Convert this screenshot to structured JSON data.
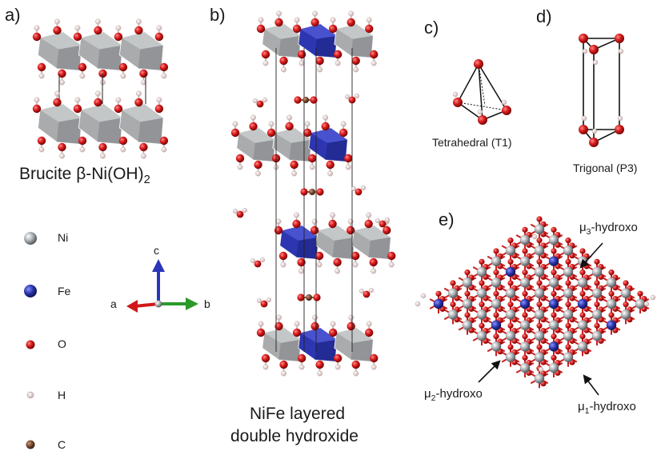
{
  "panels": {
    "a": {
      "letter": "a)",
      "caption_main": "Brucite β-Ni(OH)",
      "caption_sub": "2"
    },
    "b": {
      "letter": "b)",
      "caption_line1": "NiFe layered",
      "caption_line2": "double hydroxide"
    },
    "c": {
      "letter": "c)",
      "caption": "Tetrahedral (T1)"
    },
    "d": {
      "letter": "d)",
      "caption": "Trigonal (P3)"
    },
    "e": {
      "letter": "e)",
      "mu3": {
        "prefix": "μ",
        "sub": "3",
        "suffix": "-hydroxo"
      },
      "mu2": {
        "prefix": "μ",
        "sub": "2",
        "suffix": "-hydroxo"
      },
      "mu1": {
        "prefix": "μ",
        "sub": "1",
        "suffix": "-hydroxo"
      }
    }
  },
  "legend": [
    {
      "label": "Ni",
      "color": "#a8acb0"
    },
    {
      "label": "Fe",
      "color": "#2a35a8"
    },
    {
      "label": "O",
      "color": "#d01818"
    },
    {
      "label": "H",
      "color": "#f4e6e4"
    },
    {
      "label": "C",
      "color": "#7a4a30"
    }
  ],
  "axes": {
    "c": "c",
    "a": "a",
    "b": "b"
  },
  "colors": {
    "ni_octa": "#a9abad",
    "fe_octa": "#2d36b0",
    "oxygen": "#d01818",
    "hydrogen": "#f2e2e0",
    "carbon": "#7a4a30"
  }
}
